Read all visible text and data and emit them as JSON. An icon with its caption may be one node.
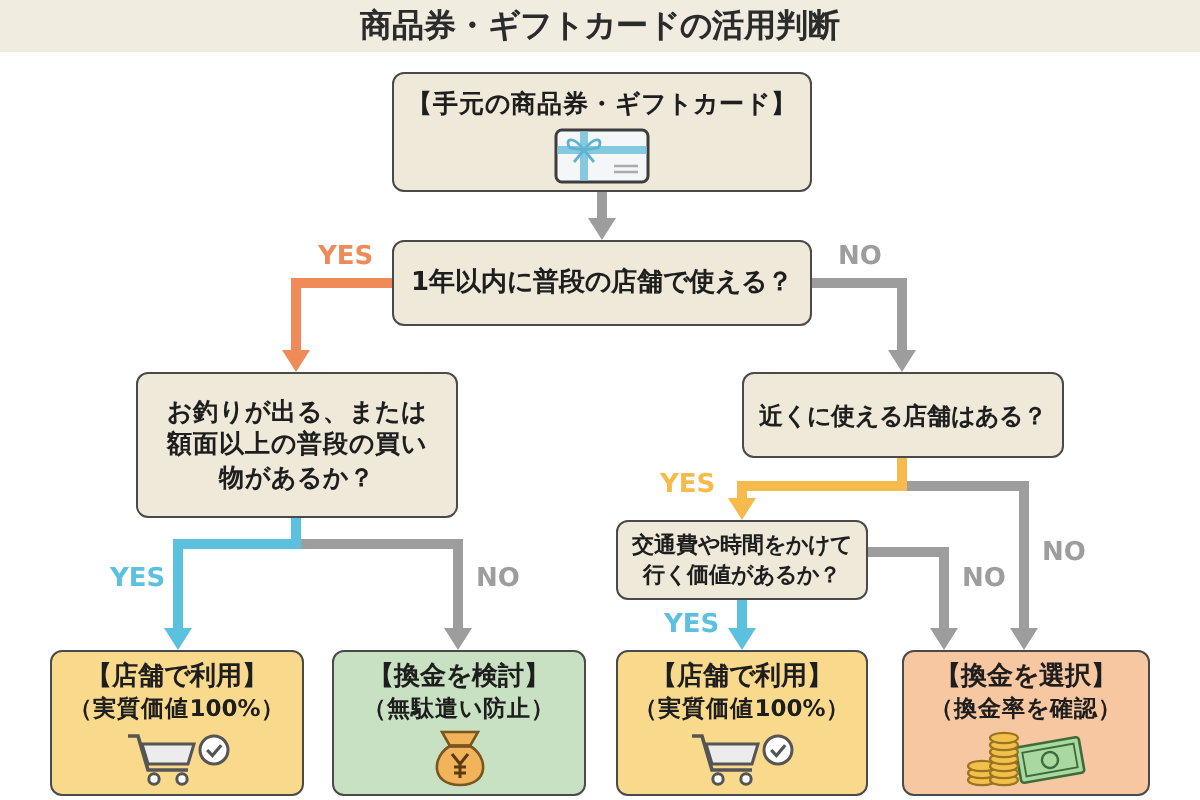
{
  "diagram": {
    "title": "商品券・ギフトカードの活用判断",
    "nodes": [
      {
        "text": [
          "【手元の商品券・ギフトカード】"
        ]
      },
      {
        "text": [
          "1年以内に普段の店舗で使える？"
        ]
      },
      {
        "text": [
          "お釣りが出る、または額面以上の普段の買い物があるか？"
        ]
      },
      {
        "text": [
          "近くに使える店舗はある？"
        ]
      },
      {
        "text": [
          "交通費や時間をかけて行く価値があるか？"
        ]
      },
      {
        "text": [
          "【店舗で利用】",
          "（実質価値100%）"
        ]
      },
      {
        "text": [
          "【換金を検討】",
          "（無駄遣い防止）"
        ]
      },
      {
        "text": [
          "【店舗で利用】",
          "（実質価値100%）"
        ]
      },
      {
        "text": [
          "【換金を選択】",
          "（換金率を確認）"
        ]
      }
    ],
    "edges": [
      {
        "from": 0,
        "to": 1,
        "arrow": "to"
      },
      {
        "from": 1,
        "to": 2,
        "arrow": "to",
        "label": "YES",
        "color": "#ef8b58"
      },
      {
        "from": 1,
        "to": 3,
        "arrow": "to",
        "label": "NO"
      },
      {
        "from": 2,
        "to": 5,
        "arrow": "to",
        "label": "YES",
        "color": "#5cc1df"
      },
      {
        "from": 2,
        "to": 6,
        "arrow": "to",
        "label": "NO"
      },
      {
        "from": 3,
        "to": 4,
        "arrow": "to",
        "label": "YES",
        "color": "#f6bb4c"
      },
      {
        "from": 3,
        "to": 8,
        "arrow": "to",
        "label": "NO"
      },
      {
        "from": 4,
        "to": 8,
        "arrow": "to",
        "label": "NO"
      },
      {
        "from": 4,
        "to": 7,
        "arrow": "to",
        "label": "YES",
        "color": "#5cc1df"
      }
    ]
  }
}
